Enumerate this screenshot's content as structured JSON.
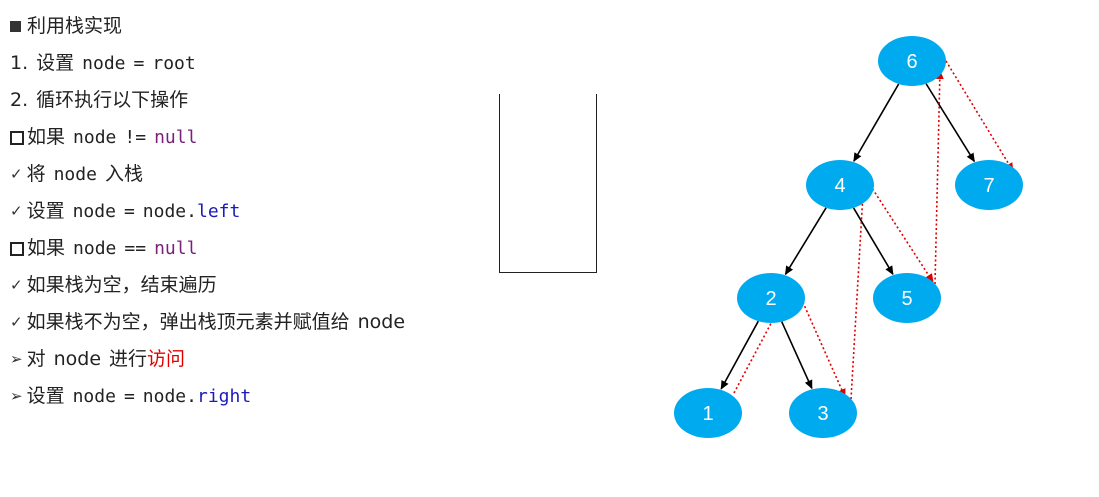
{
  "title": "利用栈实现",
  "steps": [
    {
      "num": "1.",
      "text": "设置",
      "code_a": "node",
      "op": "=",
      "code_b": "root"
    },
    {
      "num": "2.",
      "text": "循环执行以下操作"
    }
  ],
  "if_not_null": {
    "prefix": "如果",
    "code": "node",
    "op": "!=",
    "null": "null"
  },
  "push": {
    "text": "将",
    "code": "node",
    "suffix": "入栈"
  },
  "set_left": {
    "text": "设置",
    "code_a": "node",
    "op": "=",
    "code_b": "node.",
    "kw": "left"
  },
  "if_null": {
    "prefix": "如果",
    "code": "node",
    "op": "==",
    "null": "null"
  },
  "empty_end": {
    "text": "如果栈为空，结束遍历"
  },
  "pop": {
    "text": "如果栈不为空，弹出栈顶元素并赋值给",
    "code": "node"
  },
  "visit": {
    "text_a": "对",
    "code": "node",
    "text_b": "进行",
    "red": "访问"
  },
  "set_right": {
    "text": "设置",
    "code_a": "node",
    "op": "=",
    "code_b": "node.",
    "kw": "right"
  },
  "tree": {
    "nodes": [
      {
        "id": "6",
        "label": "6"
      },
      {
        "id": "4",
        "label": "4"
      },
      {
        "id": "7",
        "label": "7"
      },
      {
        "id": "2",
        "label": "2"
      },
      {
        "id": "5",
        "label": "5"
      },
      {
        "id": "1",
        "label": "1"
      },
      {
        "id": "3",
        "label": "3"
      }
    ],
    "edges": [
      [
        "6",
        "4"
      ],
      [
        "6",
        "7"
      ],
      [
        "4",
        "2"
      ],
      [
        "4",
        "5"
      ],
      [
        "2",
        "1"
      ],
      [
        "2",
        "3"
      ]
    ],
    "traversal_arrows": [
      [
        "1",
        "2"
      ],
      [
        "2",
        "3"
      ],
      [
        "3",
        "4"
      ],
      [
        "4",
        "5"
      ],
      [
        "5",
        "6"
      ],
      [
        "6",
        "7"
      ]
    ],
    "node_color": "#00aaee",
    "traversal_color": "#e00000"
  }
}
